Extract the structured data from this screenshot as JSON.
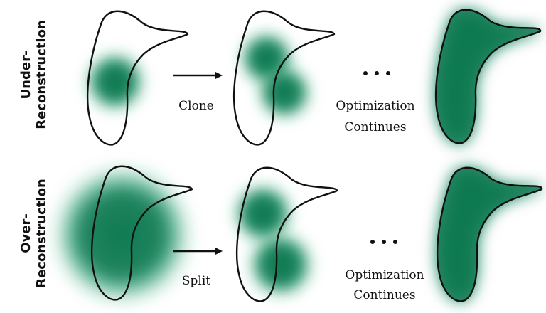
{
  "rows": [
    {
      "label_line1": "Under-",
      "label_line2": "Reconstruction",
      "operation": "Clone",
      "continues_line1": "Optimization",
      "continues_line2": "Continues"
    },
    {
      "label_line1": "Over-",
      "label_line2": "Reconstruction",
      "operation": "Split",
      "continues_line1": "Optimization",
      "continues_line2": "Continues"
    }
  ],
  "colors": {
    "gaussian": "#0f7a52",
    "outline": "#111111",
    "background": "#ffffff"
  }
}
